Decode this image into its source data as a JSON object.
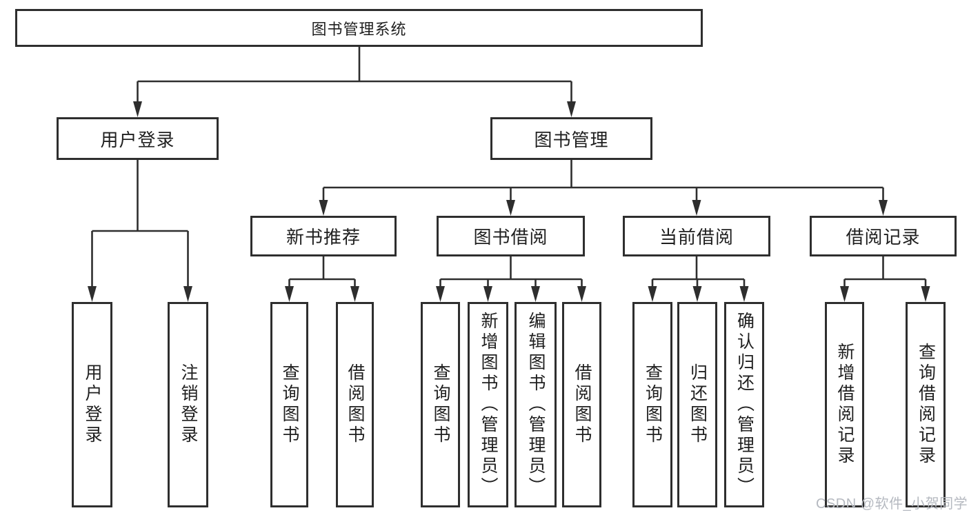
{
  "page": {
    "background": "#ffffff",
    "line_color": "#2e2e2e",
    "text_color": "#1f1f1f"
  },
  "diagram": {
    "root": {
      "label": "图书管理系统"
    },
    "user_login": {
      "label": "用户登录"
    },
    "book_mgmt": {
      "label": "图书管理"
    },
    "new_book_rec": {
      "label": "新书推荐"
    },
    "book_borrow": {
      "label": "图书借阅"
    },
    "current_borrow": {
      "label": "当前借阅"
    },
    "borrow_records": {
      "label": "借阅记录"
    },
    "leaf_user_login": {
      "label": "用户登录"
    },
    "leaf_logout": {
      "label": "注销登录"
    },
    "leaf_query_books_rec": {
      "label": "查询图书"
    },
    "leaf_borrow_books_rec": {
      "label": "借阅图书"
    },
    "leaf_query_books_borrow": {
      "label": "查询图书"
    },
    "leaf_add_books_admin": {
      "label": "新增图书（管理员）"
    },
    "leaf_edit_books_admin": {
      "label": "编辑图书（管理员）"
    },
    "leaf_borrow_books_borrow": {
      "label": "借阅图书"
    },
    "leaf_query_books_current": {
      "label": "查询图书"
    },
    "leaf_return_books": {
      "label": "归还图书"
    },
    "leaf_confirm_return_admin": {
      "label": "确认归还（管理员）"
    },
    "leaf_add_borrow_record": {
      "label": "新增借阅记录"
    },
    "leaf_query_borrow_record": {
      "label": "查询借阅记录"
    }
  },
  "watermark": {
    "text": "CSDN @软件_小贺同学",
    "color": "#b5b9c0"
  }
}
